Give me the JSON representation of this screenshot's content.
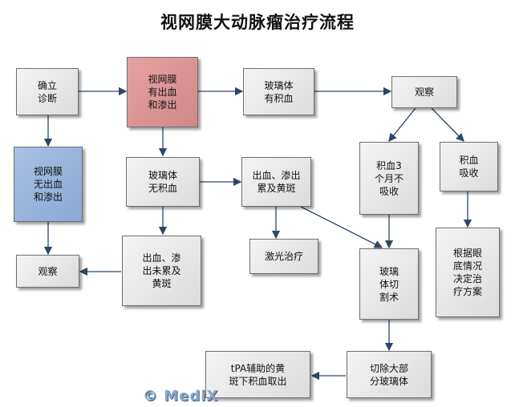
{
  "title": "视网膜大动脉瘤治疗流程",
  "watermark": "© MediX",
  "nodes": {
    "confirm": "确立\n诊断",
    "with_bleed": "视网膜\n有出血\n和渗出",
    "vitreous_blood": "玻璃体\n有积血",
    "observe_top": "观察",
    "no_bleed": "视网膜\n无出血\n和渗出",
    "no_vitreous_blood": "玻璃体\n无积血",
    "macula_involved": "出血、渗出\n累及黄斑",
    "not_absorbed": "积血3\n个月不\n吸收",
    "absorbed": "积血\n吸收",
    "observe_left": "观察",
    "macula_not_involved": "出血、渗\n出未累及\n黄斑",
    "laser": "激光治疗",
    "vitrectomy": "玻璃\n体切\n割术",
    "fundus_decision": "根据眼\n底情况\n决定治\n疗方案",
    "tpa": "tPA辅助的黄\n斑下积血取出",
    "partial_vitrectomy": "切除大部\n分玻璃体"
  }
}
